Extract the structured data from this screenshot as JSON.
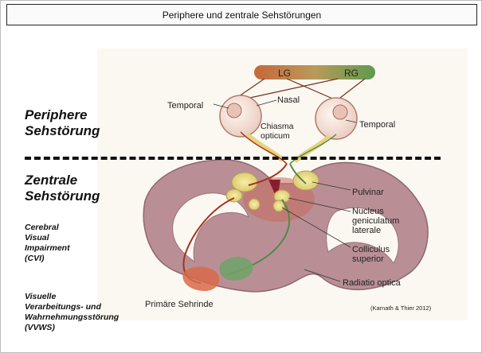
{
  "slide": {
    "title": "Periphere und zentrale Sehstörungen",
    "left_labels": {
      "periphere_line1": "Periphere",
      "periphere_line2": "Sehstörung",
      "zentrale_line1": "Zentrale",
      "zentrale_line2": "Sehstörung",
      "cvi_line1": "Cerebral",
      "cvi_line2": "Visual",
      "cvi_line3": "Impairment",
      "cvi_line4": "(CVI)",
      "vvws_line1": "Visuelle",
      "vvws_line2": "Verarbeitungs- und",
      "vvws_line3": "Wahrnehmungsstörung",
      "vvws_line4": "(VVWS)"
    },
    "figure": {
      "field_lg": "LG",
      "field_rg": "RG",
      "temporal_left": "Temporal",
      "nasal": "Nasal",
      "temporal_right": "Temporal",
      "chiasma_line1": "Chiasma",
      "chiasma_line2": "opticum",
      "pulvinar": "Pulvinar",
      "ngl_line1": "Nucleus",
      "ngl_line2": "geniculatum",
      "ngl_line3": "laterale",
      "colliculus_line1": "Colliculus",
      "colliculus_line2": "superior",
      "radiatio": "Radiatio optica",
      "sehrinde": "Primäre Sehrinde"
    },
    "citation": "(Karnath & Thier 2012)"
  },
  "colors": {
    "brain": "#b98f95",
    "brain_dark": "#9c7079",
    "red_tract": "#a4321f",
    "green_tract": "#4f8a45",
    "field_bar_left": "#c46a3a",
    "field_bar_right": "#5e9a4e"
  }
}
